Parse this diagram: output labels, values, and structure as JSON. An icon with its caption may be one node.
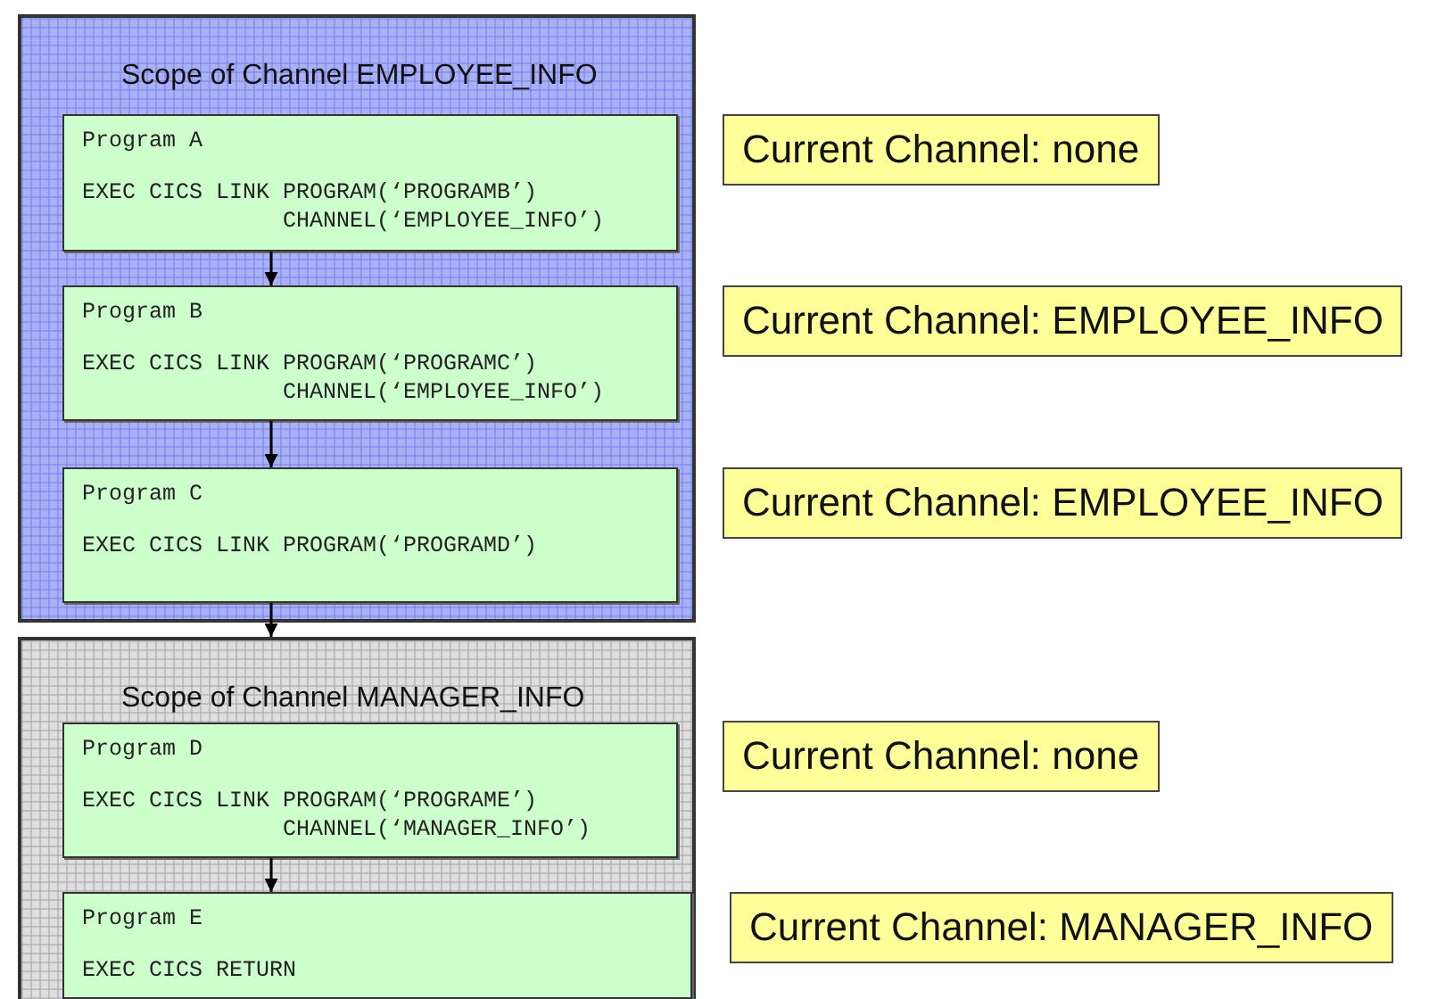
{
  "diagram": {
    "nodes": [
      {
        "text": [
          "Scope of Channel EMPLOYEE_INFO"
        ]
      },
      {
        "text": [
          "Program A",
          "EXEC CICS LINK PROGRAM(‘PROGRAMB’) CHANNEL(‘EMPLOYEE_INFO’)"
        ],
        "in": 0
      },
      {
        "text": [
          "Program B",
          "EXEC CICS LINK PROGRAM(‘PROGRAMC’) CHANNEL(‘EMPLOYEE_INFO’)"
        ],
        "in": 0
      },
      {
        "text": [
          "Program C",
          "EXEC CICS LINK PROGRAM(‘PROGRAMD’)"
        ],
        "in": 0
      },
      {
        "text": [
          "Scope of Channel MANAGER_INFO"
        ]
      },
      {
        "text": [
          "Program D",
          "EXEC CICS LINK PROGRAM(‘PROGRAME’) CHANNEL(‘MANAGER_INFO’)"
        ],
        "in": 4
      },
      {
        "text": [
          "Program E",
          "EXEC CICS RETURN"
        ],
        "in": 4
      },
      {
        "text": [
          "Current Channel: none"
        ]
      },
      {
        "text": [
          "Current Channel: EMPLOYEE_INFO"
        ]
      },
      {
        "text": [
          "Current Channel: EMPLOYEE_INFO"
        ]
      },
      {
        "text": [
          "Current Channel: none"
        ]
      },
      {
        "text": [
          "Current Channel: MANAGER_INFO"
        ]
      }
    ],
    "edges": [
      {
        "from": 1,
        "to": 2,
        "arrow": "to"
      },
      {
        "from": 2,
        "to": 3,
        "arrow": "to"
      },
      {
        "from": 3,
        "to": 4,
        "arrow": "to"
      },
      {
        "from": 5,
        "to": 6,
        "arrow": "to"
      }
    ]
  }
}
